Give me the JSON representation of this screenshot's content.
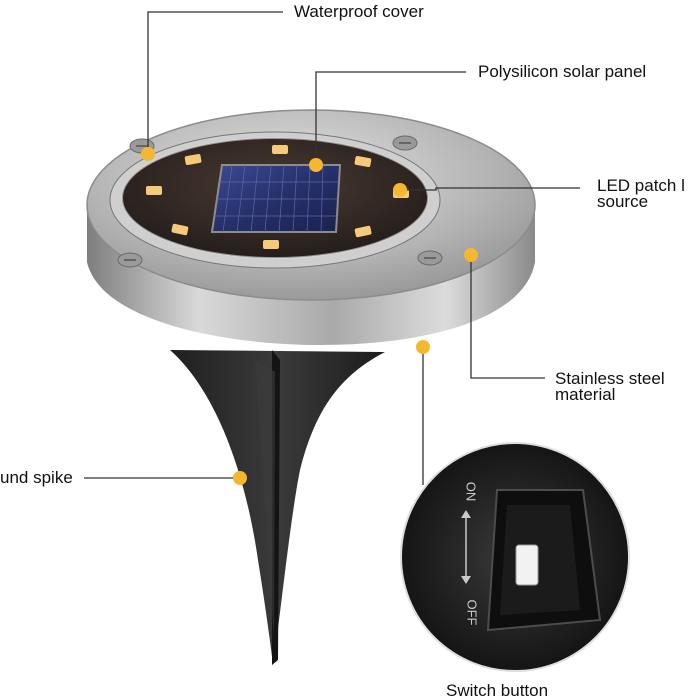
{
  "labels": {
    "waterproof_cover": "Waterproof cover",
    "solar_panel": "Polysilicon solar panel",
    "led_line1": "LED patch l",
    "led_line2": "source",
    "steel_line1": "Stainless steel",
    "steel_line2": "material",
    "spike": "und spike",
    "switch": "Switch button"
  },
  "switch_markings": {
    "on": "ON",
    "off": "OFF"
  },
  "colors": {
    "marker": "#f5b731",
    "led": "#f7c97a",
    "panel": "#26306a",
    "steel": "#b5b5b5",
    "spike": "#2a2a2a",
    "leader_line": "#333333"
  }
}
